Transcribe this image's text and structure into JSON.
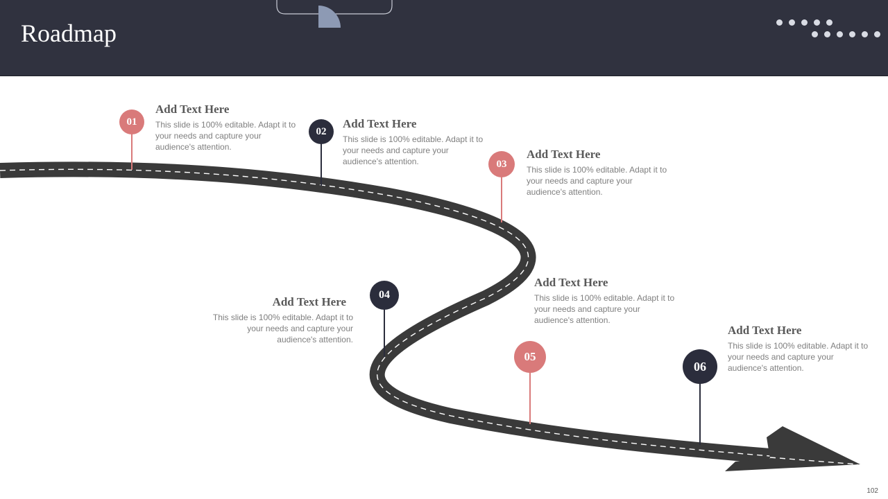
{
  "title": "Roadmap",
  "colors": {
    "header": "#30323f",
    "dark": "#2b2d3c",
    "pink": "#d97a7a",
    "road": "#3a3a3a"
  },
  "items": [
    {
      "number": "01",
      "title": "Add Text Here",
      "description": "This slide is 100% editable. Adapt it to your needs and capture your audience's attention."
    },
    {
      "number": "02",
      "title": "Add Text Here",
      "description": "This slide is 100% editable. Adapt it to your needs and capture your audience's attention."
    },
    {
      "number": "03",
      "title": "Add Text Here",
      "description": "This slide is 100% editable. Adapt it to your needs and capture your audience's attention."
    },
    {
      "number": "04",
      "title": "Add Text Here",
      "description": "This slide is 100% editable. Adapt it to your needs and capture your audience's attention."
    },
    {
      "number": "05",
      "title": "Add Text Here",
      "description": "This slide is 100% editable. Adapt it to your needs and capture your audience's attention."
    },
    {
      "number": "06",
      "title": "Add Text Here",
      "description": "This slide is 100% editable. Adapt it to your needs and capture your audience's attention."
    }
  ],
  "page_number": "102"
}
